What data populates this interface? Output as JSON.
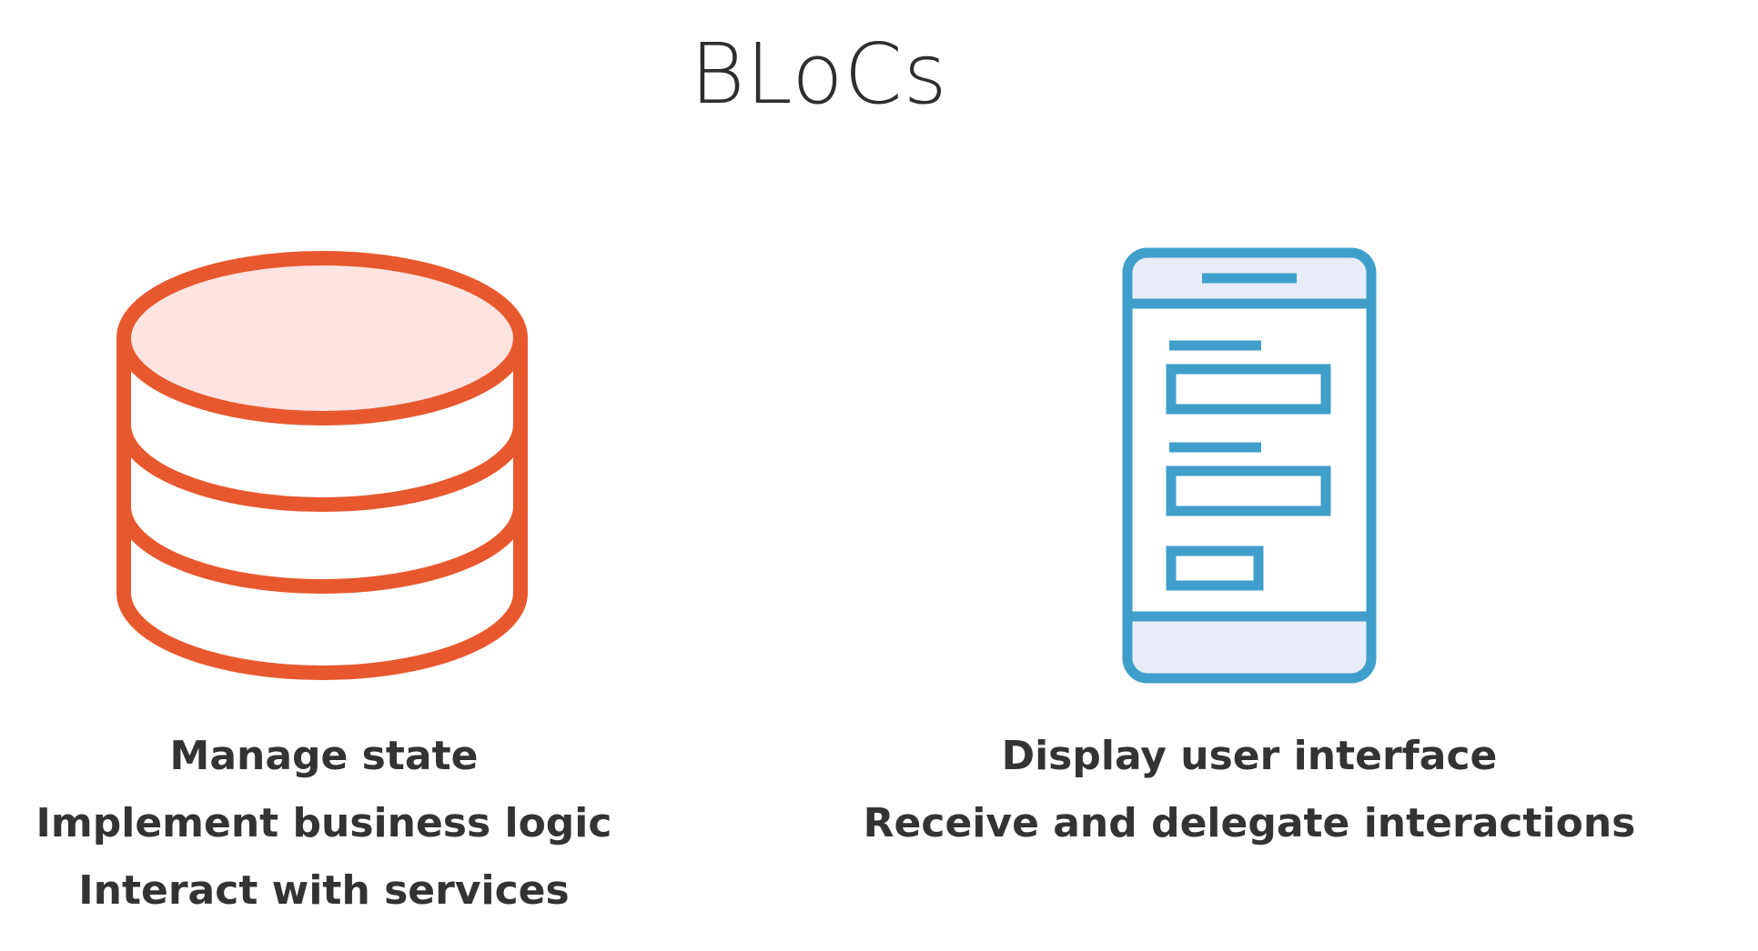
{
  "title": "BLoCs",
  "colors": {
    "bloc_accent": "#e8582e",
    "bloc_fill": "#fde4e0",
    "ui_accent": "#3f9fca",
    "ui_fill": "#e8ecf8",
    "text": "#333333"
  },
  "left": {
    "icon": "database-icon",
    "items": [
      "Manage state",
      "Implement business logic",
      "Interact with services"
    ]
  },
  "right": {
    "icon": "mobile-phone-icon",
    "items": [
      "Display user interface",
      "Receive and delegate interactions"
    ]
  }
}
